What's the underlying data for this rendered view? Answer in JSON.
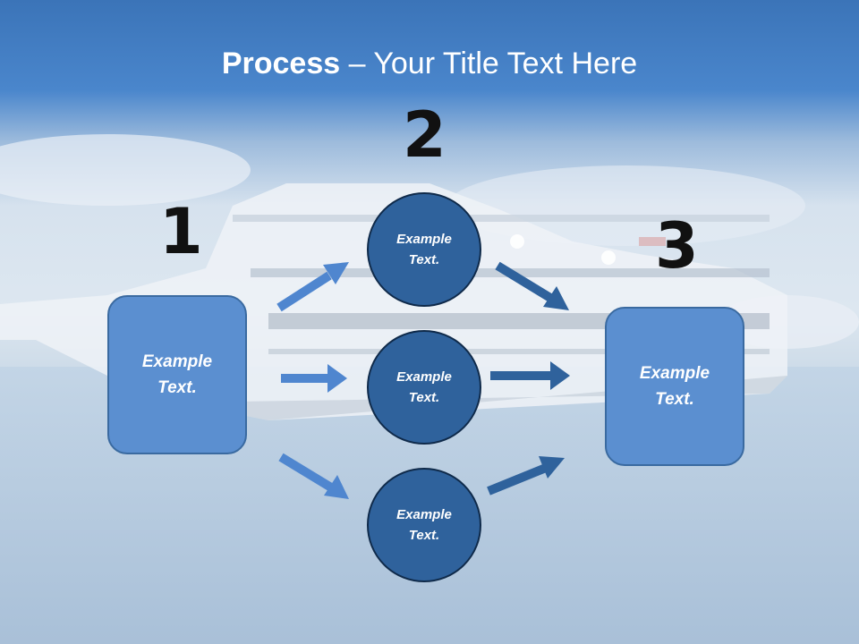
{
  "title": {
    "bold": "Process",
    "rest": " – Your Title Text Here"
  },
  "steps": {
    "one": "1",
    "two": "2",
    "three": "3"
  },
  "left_box": {
    "text": "Example\nText."
  },
  "circles": [
    {
      "text": "Example\nText."
    },
    {
      "text": "Example\nText."
    },
    {
      "text": "Example\nText."
    }
  ],
  "right_box": {
    "text": "Example\nText."
  },
  "colors": {
    "box_fill": "#5b8fd0",
    "circle_fill": "#2f629c",
    "arrow_light": "#4f86cf",
    "arrow_dark": "#2f629c",
    "number": "#111111"
  }
}
